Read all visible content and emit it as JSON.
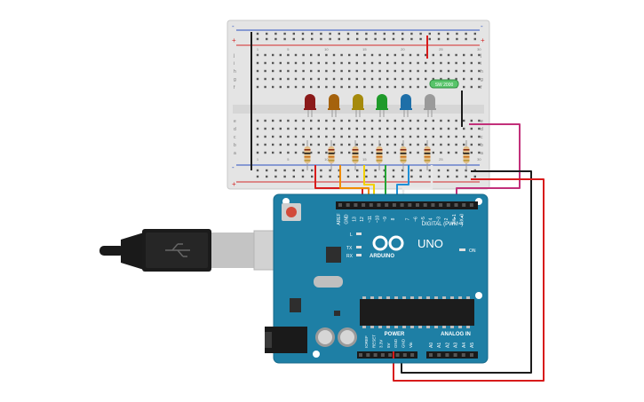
{
  "breadboard": {
    "columns": [
      "1",
      "5",
      "10",
      "15",
      "20",
      "25",
      "30"
    ],
    "rows_top": [
      "j",
      "i",
      "h",
      "g",
      "f"
    ],
    "rows_bottom": [
      "e",
      "d",
      "c",
      "b",
      "a"
    ],
    "rail_plus": "+",
    "rail_minus": "-",
    "switch_label": "SW 2000"
  },
  "leds": [
    {
      "name": "red",
      "color": "#8b1a1a"
    },
    {
      "name": "orange",
      "color": "#a5620c"
    },
    {
      "name": "yellow",
      "color": "#a58a0c"
    },
    {
      "name": "green",
      "color": "#1f9a2a"
    },
    {
      "name": "blue",
      "color": "#1e6fa8"
    },
    {
      "name": "white",
      "color": "#9a9a9a"
    }
  ],
  "board": {
    "logo_text": "UNO",
    "brand_text": "ARDUINO",
    "digital_label": "DIGITAL (PWM~)",
    "power_label": "POWER",
    "analog_label": "ANALOG IN",
    "on_label": "ON",
    "l_label": "L",
    "tx_label": "TX",
    "rx_label": "RX",
    "top_pins": [
      "AREF",
      "GND",
      "13",
      "12",
      "~11",
      "~10",
      "~9",
      "8",
      "7",
      "~6",
      "~5",
      "4",
      "~3",
      "2",
      "TX▸1",
      "RX◂0"
    ],
    "power_pins": [
      "IOREF",
      "RESET",
      "3.3V",
      "5V",
      "GND",
      "GND",
      "Vin"
    ],
    "analog_pins": [
      "A0",
      "A1",
      "A2",
      "A3",
      "A4",
      "A5"
    ]
  },
  "wires": {
    "colors": {
      "red": "#d81b1b",
      "orange": "#f08c00",
      "yellow": "#f2d000",
      "green": "#24a534",
      "blue": "#1e90d8",
      "white": "#e8e8e8",
      "magenta": "#c2307a",
      "black": "#1c1c1c"
    }
  }
}
